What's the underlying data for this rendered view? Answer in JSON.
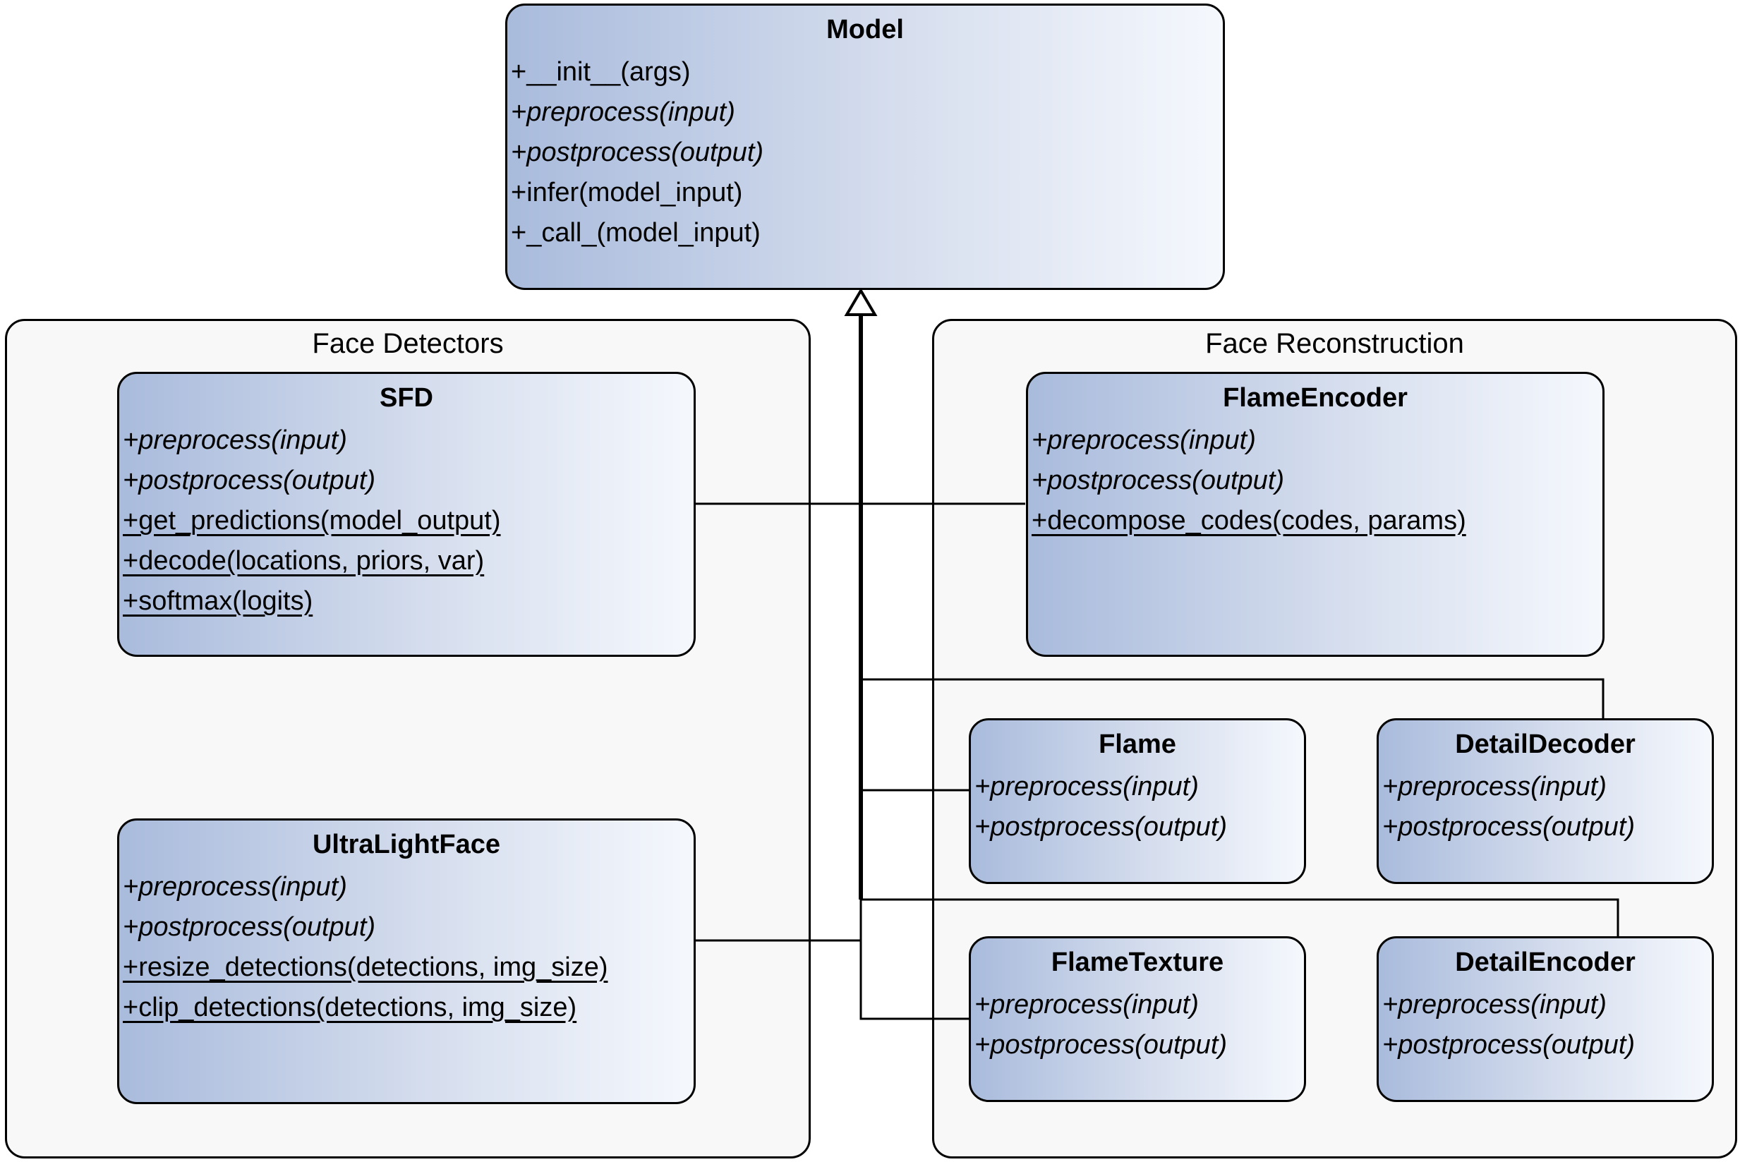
{
  "diagram": {
    "base_class": {
      "name": "Model",
      "members": [
        {
          "text": "+__init__(args)",
          "style": "normal"
        },
        {
          "text": "+preprocess(input)",
          "style": "abstract"
        },
        {
          "text": "+postprocess(output)",
          "style": "abstract"
        },
        {
          "text": "+infer(model_input)",
          "style": "normal"
        },
        {
          "text": "+_call_(model_input)",
          "style": "normal"
        }
      ]
    },
    "packages": [
      {
        "title": "Face Detectors",
        "classes": [
          {
            "name": "SFD",
            "members": [
              {
                "text": "+preprocess(input)",
                "style": "abstract"
              },
              {
                "text": "+postprocess(output)",
                "style": "abstract"
              },
              {
                "text": "+get_predictions(model_output)",
                "style": "static"
              },
              {
                "text": "+decode(locations, priors, var)",
                "style": "static"
              },
              {
                "text": "+softmax(logits)",
                "style": "static"
              }
            ]
          },
          {
            "name": "UltraLightFace",
            "members": [
              {
                "text": "+preprocess(input)",
                "style": "abstract"
              },
              {
                "text": "+postprocess(output)",
                "style": "abstract"
              },
              {
                "text": "+resize_detections(detections, img_size)",
                "style": "static"
              },
              {
                "text": "+clip_detections(detections, img_size)",
                "style": "static"
              }
            ]
          }
        ]
      },
      {
        "title": "Face Reconstruction",
        "classes": [
          {
            "name": "FlameEncoder",
            "members": [
              {
                "text": "+preprocess(input)",
                "style": "abstract"
              },
              {
                "text": "+postprocess(output)",
                "style": "abstract"
              },
              {
                "text": "+decompose_codes(codes, params)",
                "style": "static"
              }
            ]
          },
          {
            "name": "Flame",
            "members": [
              {
                "text": "+preprocess(input)",
                "style": "abstract"
              },
              {
                "text": "+postprocess(output)",
                "style": "abstract"
              }
            ]
          },
          {
            "name": "DetailDecoder",
            "members": [
              {
                "text": "+preprocess(input)",
                "style": "abstract"
              },
              {
                "text": "+postprocess(output)",
                "style": "abstract"
              }
            ]
          },
          {
            "name": "FlameTexture",
            "members": [
              {
                "text": "+preprocess(input)",
                "style": "abstract"
              },
              {
                "text": "+postprocess(output)",
                "style": "abstract"
              }
            ]
          },
          {
            "name": "DetailEncoder",
            "members": [
              {
                "text": "+preprocess(input)",
                "style": "abstract"
              },
              {
                "text": "+postprocess(output)",
                "style": "abstract"
              }
            ]
          }
        ]
      }
    ],
    "relation": "generalization"
  }
}
